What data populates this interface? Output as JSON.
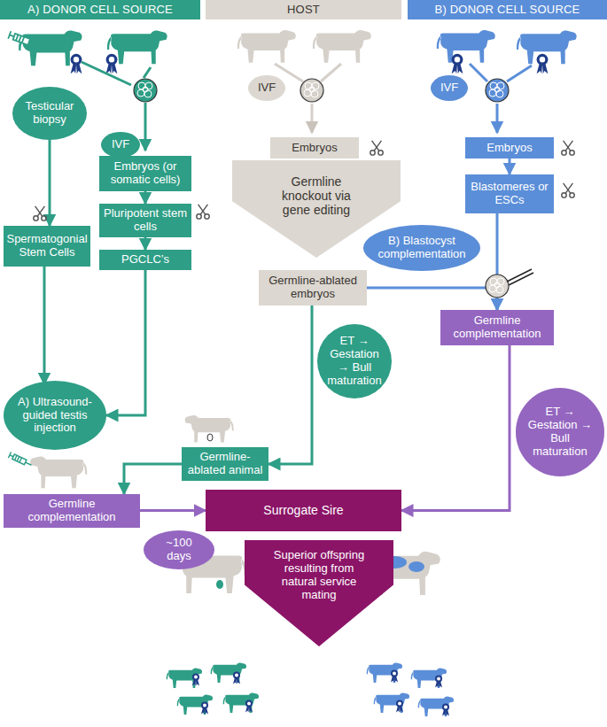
{
  "diagram": {
    "nodes": [
      {
        "text": [
          "A) DONOR CELL SOURCE"
        ]
      },
      {
        "text": [
          "HOST"
        ]
      },
      {
        "text": [
          "B) DONOR CELL SOURCE"
        ]
      },
      {
        "text": [
          "Testicular biopsy"
        ]
      },
      {
        "text": [
          "IVF"
        ]
      },
      {
        "text": [
          "Embryos (or somatic cells)"
        ]
      },
      {
        "text": [
          "Pluripotent stem cells"
        ]
      },
      {
        "text": [
          "PGCLC’s"
        ]
      },
      {
        "text": [
          "Spermatogonial Stem Cells"
        ]
      },
      {
        "text": [
          "IVF"
        ]
      },
      {
        "text": [
          "Embryos"
        ]
      },
      {
        "text": [
          "Germline knockout via gene editing"
        ]
      },
      {
        "text": [
          "Germline-ablated embryos"
        ]
      },
      {
        "text": [
          "IVF"
        ]
      },
      {
        "text": [
          "Embryos"
        ]
      },
      {
        "text": [
          "Blastomeres or ESCs"
        ]
      },
      {
        "text": [
          "B) Blastocyst complementation"
        ]
      },
      {
        "text": [
          "Germline complementation"
        ]
      },
      {
        "text": [
          "ET → Gestation → Bull maturation"
        ]
      },
      {
        "text": [
          "A) Ultrasound-guided testis injection"
        ]
      },
      {
        "text": [
          "ET → Gestation → Bull maturation"
        ]
      },
      {
        "text": [
          "Germline-ablated animal"
        ]
      },
      {
        "text": [
          "Germline complementation"
        ]
      },
      {
        "text": [
          "~100 days"
        ]
      },
      {
        "text": [
          "Surrogate Sire"
        ]
      },
      {
        "text": [
          "Superior offspring resulting from natural service mating"
        ]
      }
    ],
    "edges": [
      {
        "from": 3,
        "to": 8,
        "arrow": "to"
      },
      {
        "from": 5,
        "to": 6,
        "arrow": "to"
      },
      {
        "from": 6,
        "to": 7,
        "arrow": "to"
      },
      {
        "from": 8,
        "to": 19,
        "arrow": "to"
      },
      {
        "from": 7,
        "to": 19,
        "arrow": "to"
      },
      {
        "from": 14,
        "to": 15,
        "arrow": "to"
      },
      {
        "from": 12,
        "to": 21,
        "arrow": "to"
      },
      {
        "from": 12,
        "to": 17,
        "arrow": "to"
      },
      {
        "from": 15,
        "to": 17,
        "arrow": "to"
      },
      {
        "from": 21,
        "to": 22,
        "arrow": "to"
      },
      {
        "from": 22,
        "to": 24,
        "arrow": "to"
      },
      {
        "from": 17,
        "to": 24,
        "arrow": "to"
      }
    ]
  }
}
